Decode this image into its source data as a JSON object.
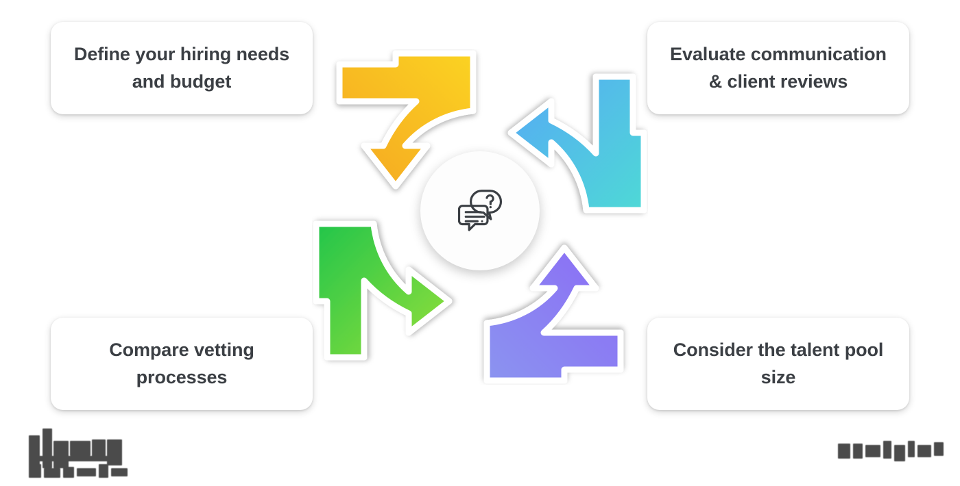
{
  "diagram": {
    "type": "four-quadrant-cycle",
    "center": {
      "icon": "chat-question-icon",
      "icon_description": "two overlapping speech bubbles, one with text lines and one with a question mark"
    },
    "cards": [
      {
        "id": "card-tl",
        "position": "top-left",
        "text": "Define your hiring needs\nand budget",
        "linked_arrow_color": "#F5A623"
      },
      {
        "id": "card-tr",
        "position": "top-right",
        "text": "Evaluate communication\n& client reviews",
        "linked_arrow_color": "#4FD9D6"
      },
      {
        "id": "card-bl",
        "position": "bottom-left",
        "text": "Compare vetting\nprocesses",
        "linked_arrow_color": "#3ED13E"
      },
      {
        "id": "card-br",
        "position": "bottom-right",
        "text": "Consider the talent pool\nsize",
        "linked_arrow_color": "#8B6BF5"
      }
    ],
    "arrows": [
      {
        "id": "arrow-tl",
        "quadrant": "top-left",
        "name": "orange-yellow-arrow",
        "gradient_from": "#F5A623",
        "gradient_to": "#FBD324"
      },
      {
        "id": "arrow-tr",
        "quadrant": "top-right",
        "name": "blue-teal-arrow",
        "gradient_from": "#55A9F5",
        "gradient_to": "#4FD9D6"
      },
      {
        "id": "arrow-bl",
        "quadrant": "bottom-left",
        "name": "lime-green-arrow",
        "gradient_from": "#96E03A",
        "gradient_to": "#22C54A"
      },
      {
        "id": "arrow-br",
        "quadrant": "bottom-right",
        "name": "purple-periwinkle-arrow",
        "gradient_from": "#8B6BF5",
        "gradient_to": "#8B94F0"
      }
    ],
    "colors": {
      "card_background": "#FFFFFF",
      "card_text": "#3B3F44",
      "hub_background": "#FDFDFD",
      "page_background": "#FFFFFF"
    }
  },
  "watermarks": {
    "bottom_left": "",
    "bottom_right": ""
  }
}
